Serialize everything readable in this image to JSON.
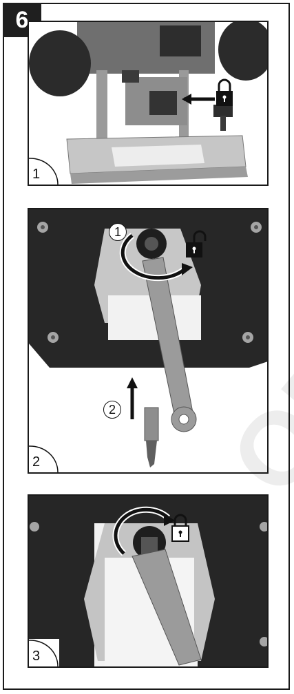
{
  "figure_number": "6",
  "panels": [
    {
      "step": "1"
    },
    {
      "step": "2",
      "callouts": [
        "1",
        "2"
      ]
    },
    {
      "step": "3"
    }
  ],
  "icons": [
    "lock-icon",
    "unlock-icon",
    "arrow-left-icon",
    "arrow-up-icon",
    "rotate-clockwise-arrow-icon"
  ],
  "colors": {
    "ink": "#1a1a1a",
    "metal": "#b8b8b8",
    "dark_plate": "#2a2a2a"
  },
  "watermark": "ORIGIN"
}
